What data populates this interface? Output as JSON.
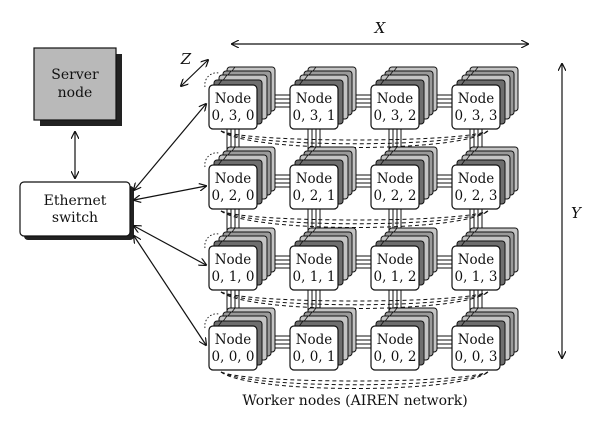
{
  "server": {
    "line1": "Server",
    "line2": "node"
  },
  "ethernet": {
    "line1": "Ethernet",
    "line2": "switch"
  },
  "axes": {
    "x": "X",
    "y": "Y",
    "z": "Z"
  },
  "node_label": "Node",
  "caption": "Worker nodes (AIREN network)",
  "nodes": [
    {
      "id": "0, 3, 0"
    },
    {
      "id": "0, 3, 1"
    },
    {
      "id": "0, 3, 2"
    },
    {
      "id": "0, 3, 3"
    },
    {
      "id": "0, 2, 0"
    },
    {
      "id": "0, 2, 1"
    },
    {
      "id": "0, 2, 2"
    },
    {
      "id": "0, 2, 3"
    },
    {
      "id": "0, 1, 0"
    },
    {
      "id": "0, 1, 1"
    },
    {
      "id": "0, 1, 2"
    },
    {
      "id": "0, 1, 3"
    },
    {
      "id": "0, 0, 0"
    },
    {
      "id": "0, 0, 1"
    },
    {
      "id": "0, 0, 2"
    },
    {
      "id": "0, 0, 3"
    }
  ],
  "colors": {
    "server_fill": "#b9b9b9",
    "stack_dark": "#6e6e6e",
    "stack_mid": "#9a9a9a",
    "stack_light": "#c4c4c4",
    "node_fill": "#ffffff"
  }
}
